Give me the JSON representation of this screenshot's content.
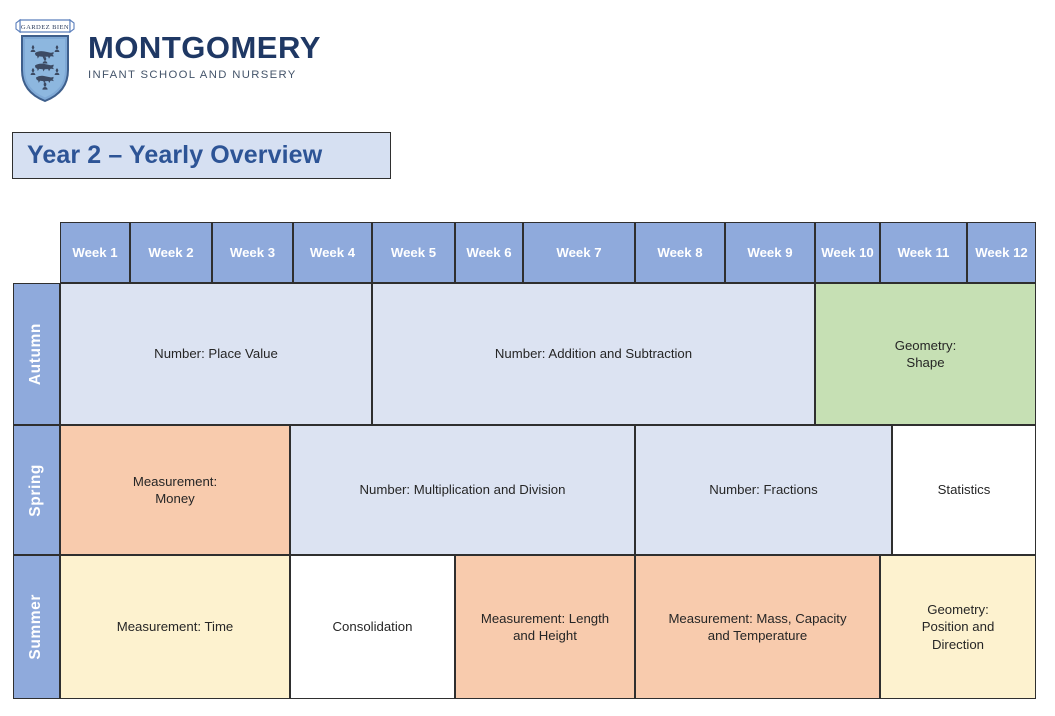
{
  "logo": {
    "crest_motto": "GARDEZ BIEN",
    "school_name": "MONTGOMERY",
    "school_tagline": "INFANT SCHOOL AND NURSERY",
    "crest_icon": "heraldic-shield-icon"
  },
  "title": {
    "text": "Year 2 – Yearly Overview",
    "text_color": "#2d5496",
    "background_color": "#d6e0f2",
    "border_color": "#2f2f2f"
  },
  "palette": {
    "header_blue": "#8faadc",
    "topic_blue": "#dce3f2",
    "topic_green": "#c6e0b4",
    "topic_peach": "#f8cbad",
    "topic_cream": "#fdf2cf",
    "topic_white": "#ffffff",
    "grid_line": "#2f2f2f"
  },
  "table": {
    "week_headers": [
      "Week 1",
      "Week 2",
      "Week 3",
      "Week 4",
      "Week 5",
      "Week 6",
      "Week 7",
      "Week 8",
      "Week 9",
      "Week 10",
      "Week 11",
      "Week 12"
    ],
    "term_labels": [
      "Autumn",
      "Spring",
      "Summer"
    ],
    "rows": [
      {
        "term": "Autumn",
        "cells": [
          {
            "label": "Number: Place Value",
            "weeks": "1-5",
            "color": "topic_blue"
          },
          {
            "label": "Number: Addition and Subtraction",
            "weeks": "6-9",
            "color": "topic_blue"
          },
          {
            "label": "Geometry:\nShape",
            "line1": "Geometry:",
            "line2": "Shape",
            "weeks": "10-12",
            "color": "topic_green"
          }
        ]
      },
      {
        "term": "Spring",
        "cells": [
          {
            "label": "Measurement:\nMoney",
            "line1": "Measurement:",
            "line2": "Money",
            "weeks": "1-3",
            "color": "topic_peach"
          },
          {
            "label": "Number: Multiplication and Division",
            "weeks": "4-7",
            "color": "topic_blue"
          },
          {
            "label": "Number: Fractions",
            "weeks": "8-10",
            "color": "topic_blue"
          },
          {
            "label": "Statistics",
            "weeks": "11-12",
            "color": "topic_white"
          }
        ]
      },
      {
        "term": "Summer",
        "cells": [
          {
            "label": "Measurement: Time",
            "weeks": "1-3",
            "color": "topic_cream"
          },
          {
            "label": "Consolidation",
            "weeks": "4-5",
            "color": "topic_white"
          },
          {
            "label": "Measurement: Length and Height",
            "line1": "Measurement: Length",
            "line2": "and Height",
            "weeks": "6-7",
            "color": "topic_peach"
          },
          {
            "label": "Measurement: Mass, Capacity and Temperature",
            "line1": "Measurement: Mass, Capacity",
            "line2": "and Temperature",
            "weeks": "8-10",
            "color": "topic_peach"
          },
          {
            "label": "Geometry: Position and Direction",
            "line1": "Geometry:",
            "line2": "Position and",
            "line3": "Direction",
            "weeks": "11-12",
            "color": "topic_cream"
          }
        ]
      }
    ]
  }
}
